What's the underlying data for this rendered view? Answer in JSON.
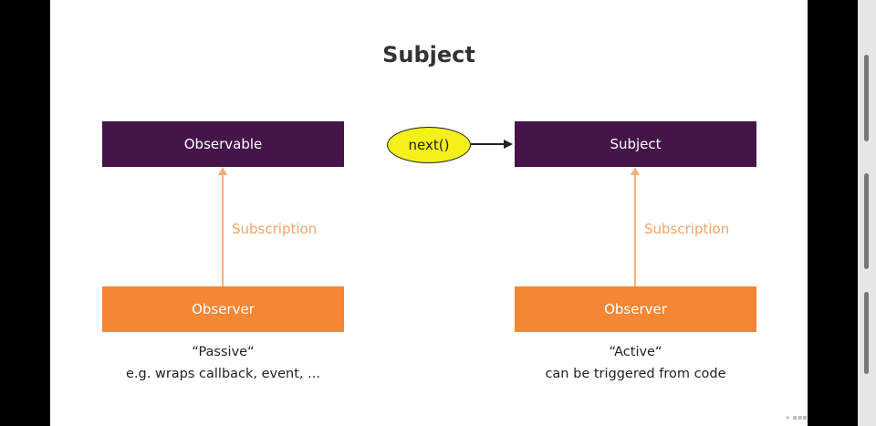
{
  "title": "Subject",
  "left": {
    "top_box": "Observable",
    "link_label": "Subscription",
    "bottom_box": "Observer",
    "caption_line1": "“Passive“",
    "caption_line2": "e.g. wraps callback, event, ..."
  },
  "right": {
    "trigger": "next()",
    "top_box": "Subject",
    "link_label": "Subscription",
    "bottom_box": "Observer",
    "caption_line1": "“Active“",
    "caption_line2": "can be triggered from code"
  },
  "colors": {
    "box_purple": "#45154a",
    "box_orange": "#f58634",
    "link": "#f3b07a",
    "trigger_fill": "#f3f01a"
  }
}
